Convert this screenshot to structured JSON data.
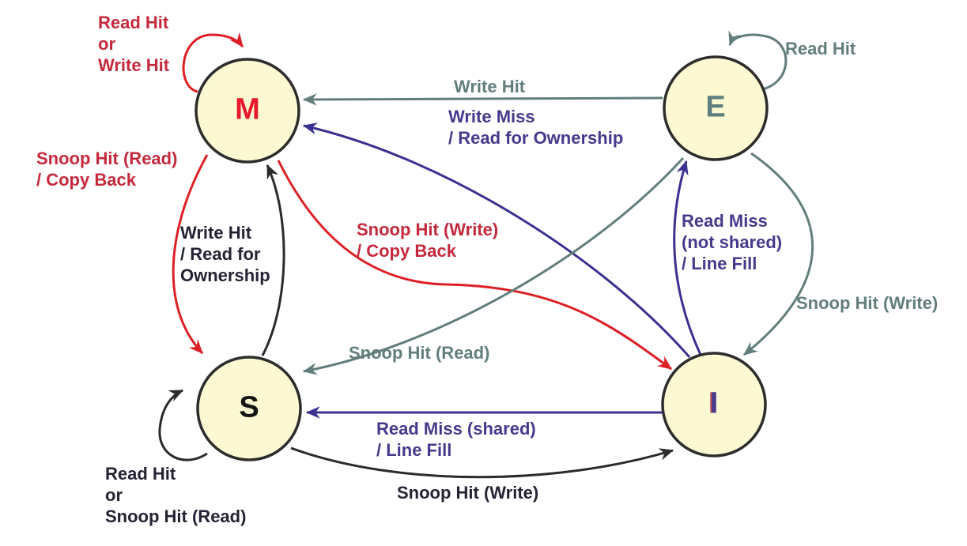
{
  "diagram": {
    "kind": "state-machine",
    "description_visible": false
  },
  "colors": {
    "red_text": "#c4293c",
    "red_arrow": "#dd2026",
    "slate": "#627e7c",
    "indigo_text": "#453a8c",
    "indigo_arrow": "#3b3190",
    "black_text": "#232334",
    "black_arrow": "#2b2b2b",
    "node_fill": "#fcf9d2",
    "node_border": "#2d2d2d",
    "background": "#ffffff"
  },
  "states": [
    {
      "id": "M",
      "label": "M",
      "color": "#e8192c"
    },
    {
      "id": "E",
      "label": "E",
      "color": "#5d807e"
    },
    {
      "id": "S",
      "label": "S",
      "color": "#151515"
    },
    {
      "id": "I",
      "label": "I",
      "color": "#453a8c"
    }
  ],
  "transitions": [
    {
      "from": "M",
      "to": "M",
      "text": "Read Hit\nor\nWrite Hit",
      "color": "red"
    },
    {
      "from": "E",
      "to": "M",
      "text": "Write Hit",
      "color": "slate"
    },
    {
      "from": "I",
      "to": "M",
      "text": "Write Miss\n/ Read for Ownership",
      "color": "indigo"
    },
    {
      "from": "E",
      "to": "E",
      "text": "Read Hit",
      "color": "slate"
    },
    {
      "from": "M",
      "to": "S",
      "text": "Snoop Hit (Read)\n/ Copy Back",
      "color": "red"
    },
    {
      "from": "S",
      "to": "M",
      "text": "Write Hit\n/ Read for\nOwnership",
      "color": "black"
    },
    {
      "from": "M",
      "to": "I",
      "text": "Snoop Hit (Write)\n/ Copy Back",
      "color": "red"
    },
    {
      "from": "E",
      "to": "S",
      "text": "Snoop Hit (Read)",
      "color": "slate"
    },
    {
      "from": "I",
      "to": "E",
      "text": "Read Miss\n(not shared)\n/ Line Fill",
      "color": "indigo"
    },
    {
      "from": "E",
      "to": "I",
      "text": "Snoop Hit (Write)",
      "color": "slate"
    },
    {
      "from": "S",
      "to": "S",
      "text": "Read Hit\nor\nSnoop Hit (Read)",
      "color": "black"
    },
    {
      "from": "I",
      "to": "S",
      "text": "Read Miss (shared)\n/ Line Fill",
      "color": "indigo"
    },
    {
      "from": "S",
      "to": "I",
      "text": "Snoop Hit (Write)",
      "color": "black"
    }
  ]
}
